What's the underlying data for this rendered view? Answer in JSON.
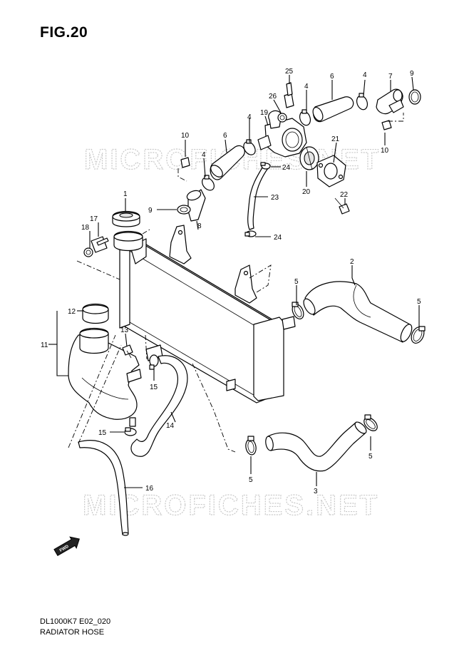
{
  "figure": {
    "title": "FIG.20",
    "model_code": "DL1000K7 E02_020",
    "subtitle": "RADIATOR HOSE"
  },
  "watermark": {
    "text": "MICROFICHES.NET"
  },
  "direction_marker": {
    "text": "FWD",
    "icon": "forward-arrow-icon"
  },
  "callouts": [
    "1",
    "2",
    "3",
    "4",
    "4",
    "4",
    "4",
    "5",
    "5",
    "5",
    "5",
    "6",
    "6",
    "7",
    "8",
    "9",
    "9",
    "10",
    "10",
    "11",
    "12",
    "13",
    "14",
    "15",
    "15",
    "16",
    "17",
    "18",
    "19",
    "20",
    "21",
    "22",
    "23",
    "24",
    "24",
    "25",
    "26"
  ]
}
